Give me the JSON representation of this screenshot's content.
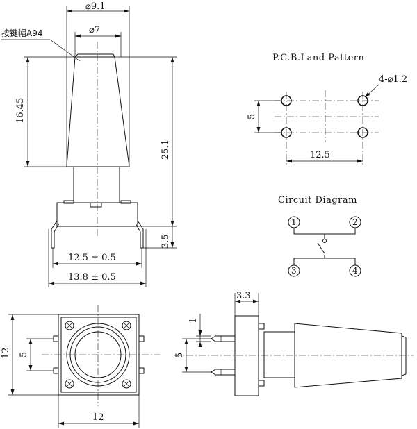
{
  "front_view": {
    "dim_top_dia": "⌀9.1",
    "dim_cap_dia": "⌀7",
    "cap_label": "按键帽A94",
    "dim_cap_height": "16.45",
    "dim_total_height": "25.1",
    "dim_pin_height": "3.5",
    "dim_pin_span": "12.5 ± 0.5",
    "dim_body_width": "13.8 ± 0.5"
  },
  "pcb": {
    "title": "P.C.B.Land Pattern",
    "hole_label": "4-⌀1.2",
    "dim_row_gap": "5",
    "dim_col_gap": "12.5"
  },
  "circuit": {
    "title": "Circuit Diagram",
    "pins": [
      "1",
      "2",
      "3",
      "4"
    ]
  },
  "bottom_view": {
    "dim_width": "12",
    "dim_height": "12",
    "dim_pin_gap": "5"
  },
  "side_view": {
    "dim_body": "3.3",
    "dim_pin": "1",
    "dim_pin_gap": "5"
  }
}
